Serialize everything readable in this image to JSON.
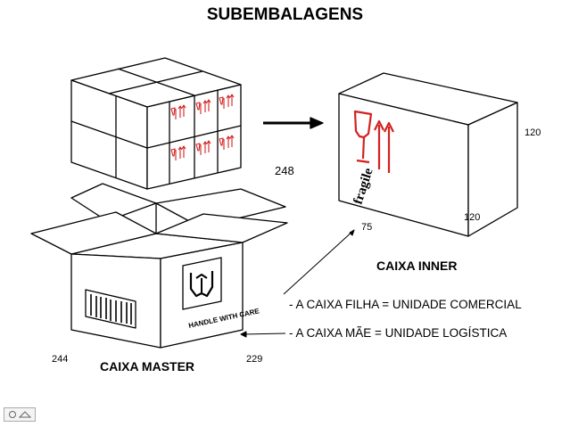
{
  "title": "SUBEMBALAGENS",
  "labels": {
    "master": "CAIXA MASTER",
    "inner": "CAIXA INNER",
    "stack_dim": "248",
    "inner_dims": {
      "height": "120",
      "depth": "120",
      "width": "75"
    },
    "master_dims": {
      "left": "244",
      "right": "229"
    }
  },
  "notes": [
    "- A CAIXA FILHA = UNIDADE COMERCIAL",
    "- A CAIXA MÃE = UNIDADE LOGÍSTICA"
  ],
  "box_marks": {
    "fragile": "fragile",
    "handle": "HANDLE WITH CARE"
  },
  "colors": {
    "line": "#000000",
    "fragile_red": "#d42020"
  },
  "icons": [
    "fragile-glass-icon",
    "this-way-up-arrows-icon",
    "handle-with-care-icon",
    "barcode-icon",
    "arrow-right-icon"
  ]
}
